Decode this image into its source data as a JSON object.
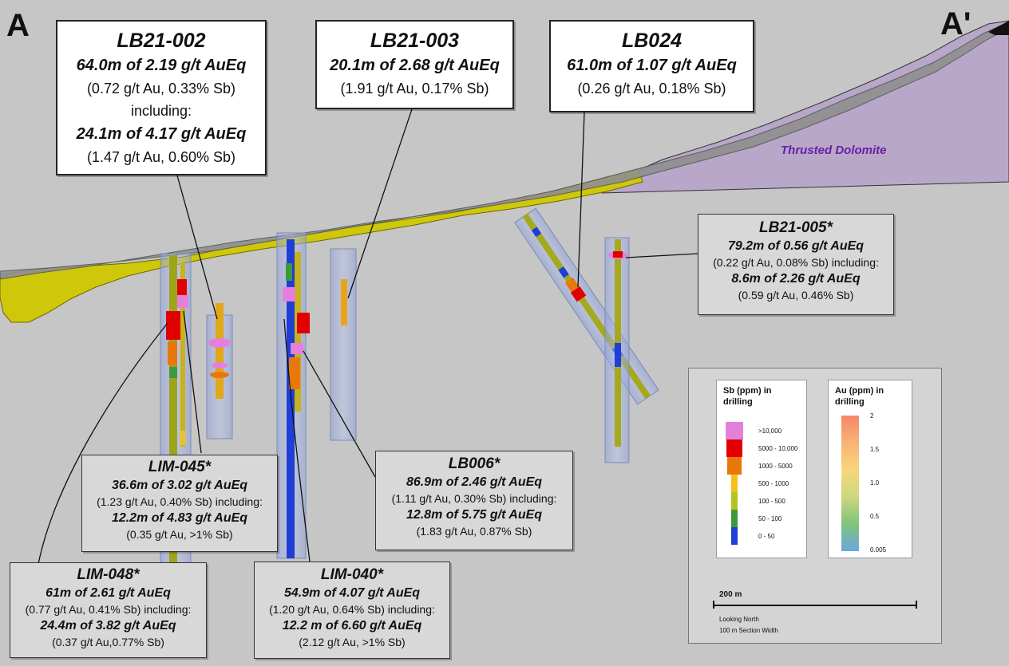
{
  "section": {
    "left_label": "A",
    "right_label": "A'",
    "unit_label": "Thrusted Dolomite"
  },
  "callouts": [
    {
      "id": "lb21-002",
      "lines": [
        {
          "text": "LB21-002",
          "style": "t"
        },
        {
          "text": "64.0m of 2.19 g/t AuEq",
          "style": "b"
        },
        {
          "text": "(0.72 g/t Au, 0.33% Sb)",
          "style": "n"
        },
        {
          "text": "including:",
          "style": "n"
        },
        {
          "text": "24.1m of 4.17 g/t AuEq",
          "style": "b"
        },
        {
          "text": "(1.47 g/t Au, 0.60% Sb)",
          "style": "n"
        }
      ]
    },
    {
      "id": "lb21-003",
      "lines": [
        {
          "text": "LB21-003",
          "style": "t"
        },
        {
          "text": "20.1m of 2.68 g/t AuEq",
          "style": "b"
        },
        {
          "text": "(1.91 g/t Au, 0.17% Sb)",
          "style": "n"
        }
      ]
    },
    {
      "id": "lb024",
      "lines": [
        {
          "text": "LB024",
          "style": "t"
        },
        {
          "text": "61.0m of 1.07 g/t AuEq",
          "style": "b"
        },
        {
          "text": "(0.26 g/t Au, 0.18% Sb)",
          "style": "n"
        }
      ]
    },
    {
      "id": "lb21-005",
      "lines": [
        {
          "text": "LB21-005*",
          "style": "t"
        },
        {
          "text": "79.2m of 0.56 g/t AuEq",
          "style": "b"
        },
        {
          "text": "(0.22 g/t Au, 0.08% Sb) including:",
          "style": "n"
        },
        {
          "text": "8.6m of 2.26 g/t AuEq",
          "style": "b"
        },
        {
          "text": "(0.59 g/t Au, 0.46% Sb)",
          "style": "n"
        }
      ]
    },
    {
      "id": "lim-045",
      "lines": [
        {
          "text": "LIM-045*",
          "style": "t"
        },
        {
          "text": "36.6m of 3.02 g/t AuEq",
          "style": "b"
        },
        {
          "text": "(1.23 g/t Au, 0.40% Sb) including:",
          "style": "n"
        },
        {
          "text": "12.2m of 4.83 g/t AuEq",
          "style": "b"
        },
        {
          "text": "(0.35 g/t Au, >1% Sb)",
          "style": "n"
        }
      ]
    },
    {
      "id": "lb006",
      "lines": [
        {
          "text": "LB006*",
          "style": "t"
        },
        {
          "text": "86.9m of 2.46 g/t AuEq",
          "style": "b"
        },
        {
          "text": "(1.11 g/t Au, 0.30% Sb) including:",
          "style": "n"
        },
        {
          "text": "12.8m of 5.75 g/t AuEq",
          "style": "b"
        },
        {
          "text": "(1.83 g/t Au, 0.87% Sb)",
          "style": "n"
        }
      ]
    },
    {
      "id": "lim-048",
      "lines": [
        {
          "text": "LIM-048*",
          "style": "t"
        },
        {
          "text": "61m of 2.61 g/t AuEq",
          "style": "b"
        },
        {
          "text": "(0.77 g/t Au, 0.41% Sb) including:",
          "style": "n"
        },
        {
          "text": "24.4m of 3.82 g/t AuEq",
          "style": "b"
        },
        {
          "text": "(0.37 g/t Au,0.77% Sb)",
          "style": "n"
        }
      ]
    },
    {
      "id": "lim-040",
      "lines": [
        {
          "text": "LIM-040*",
          "style": "t"
        },
        {
          "text": "54.9m of 4.07 g/t AuEq",
          "style": "b"
        },
        {
          "text": "(1.20 g/t Au, 0.64% Sb) including:",
          "style": "n"
        },
        {
          "text": "12.2 m of 6.60 g/t AuEq",
          "style": "b"
        },
        {
          "text": "(2.12 g/t Au, >1% Sb)",
          "style": "n"
        }
      ]
    }
  ],
  "legend": {
    "sb_title": "Sb (ppm) in drilling",
    "sb_classes": [
      {
        "label": ">10,000",
        "color": "#e57fdc"
      },
      {
        "label": "5000 - 10,000",
        "color": "#e00000"
      },
      {
        "label": "1000 - 5000",
        "color": "#e8780a"
      },
      {
        "label": "500 - 1000",
        "color": "#f3c21a"
      },
      {
        "label": "100 - 500",
        "color": "#b5c21f"
      },
      {
        "label": "50 - 100",
        "color": "#3c9a3c"
      },
      {
        "label": "0 - 50",
        "color": "#1f3ed6"
      }
    ],
    "au_title": "Au (ppm) in drilling",
    "au_ticks": [
      "2",
      "1.5",
      "1.0",
      "0.5",
      "0.005"
    ],
    "au_ramp": [
      "#f5876a",
      "#f8b374",
      "#f6d77a",
      "#cbd87e",
      "#80c37c",
      "#6aa7dc"
    ],
    "scale_label": "200 m",
    "note_1": "Looking North",
    "note_2": "100 m Section Width"
  }
}
